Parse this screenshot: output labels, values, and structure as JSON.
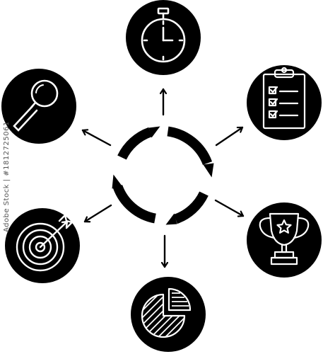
{
  "colors": {
    "fill": "#000000",
    "line": "#ffffff",
    "background": "#ffffff"
  },
  "center": {
    "icon": "cycle-arrows-icon"
  },
  "nodes": [
    {
      "id": "time",
      "icon": "stopwatch-icon"
    },
    {
      "id": "research",
      "icon": "magnifying-glass-icon"
    },
    {
      "id": "checklist",
      "icon": "clipboard-checklist-icon"
    },
    {
      "id": "goal",
      "icon": "target-dart-icon"
    },
    {
      "id": "success",
      "icon": "trophy-icon"
    },
    {
      "id": "analytics",
      "icon": "pie-chart-icon"
    }
  ],
  "watermark": {
    "text": "Adobe Stock | #1812725061"
  }
}
